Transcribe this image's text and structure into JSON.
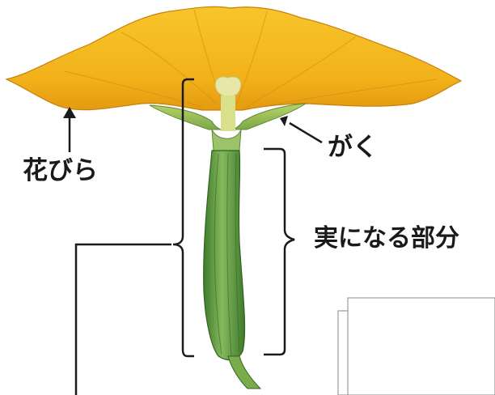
{
  "labels": {
    "petals": "花びら",
    "sepals": "がく",
    "fruit_part": "実になる部分"
  },
  "colors": {
    "petal": "#f4b81c",
    "petal_shadow": "#d9920f",
    "stalk": "#6fa44a",
    "stalk_dark": "#3f7a2c",
    "line": "#1a1a1a"
  }
}
